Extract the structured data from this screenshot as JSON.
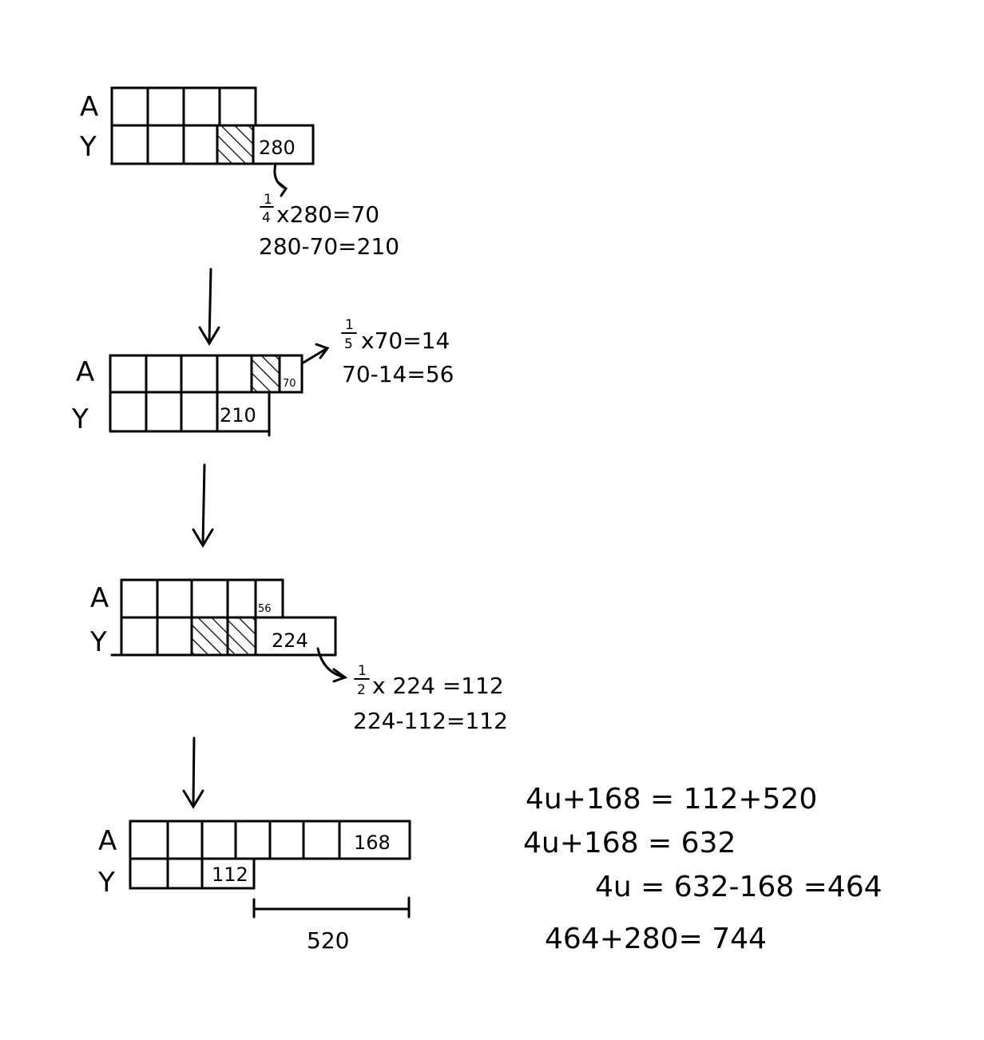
{
  "step1": {
    "row_a": "A",
    "row_y": "Y",
    "cell_value": "280",
    "frac_num": "1",
    "frac_den": "4",
    "eq1_rest": "x280=70",
    "eq2": "280-70=210"
  },
  "step2": {
    "row_a": "A",
    "row_y": "Y",
    "cell_a": "70",
    "cell_y": "210",
    "frac_num": "1",
    "frac_den": "5",
    "eq1_rest": "x70=14",
    "eq2": "70-14=56"
  },
  "step3": {
    "row_a": "A",
    "row_y": "Y",
    "cell_a": "56",
    "cell_y": "224",
    "frac_num": "1",
    "frac_den": "2",
    "eq1_rest": "x 224 =112",
    "eq2": "224-112=112"
  },
  "step4": {
    "row_a": "A",
    "row_y": "Y",
    "cell_a": "168",
    "cell_y": "112",
    "span_label": "520"
  },
  "working": {
    "line1": "4u+168 = 112+520",
    "line2": "4u+168 = 632",
    "line3": "4u = 632-168 =464",
    "line4": "464+280= 744"
  }
}
